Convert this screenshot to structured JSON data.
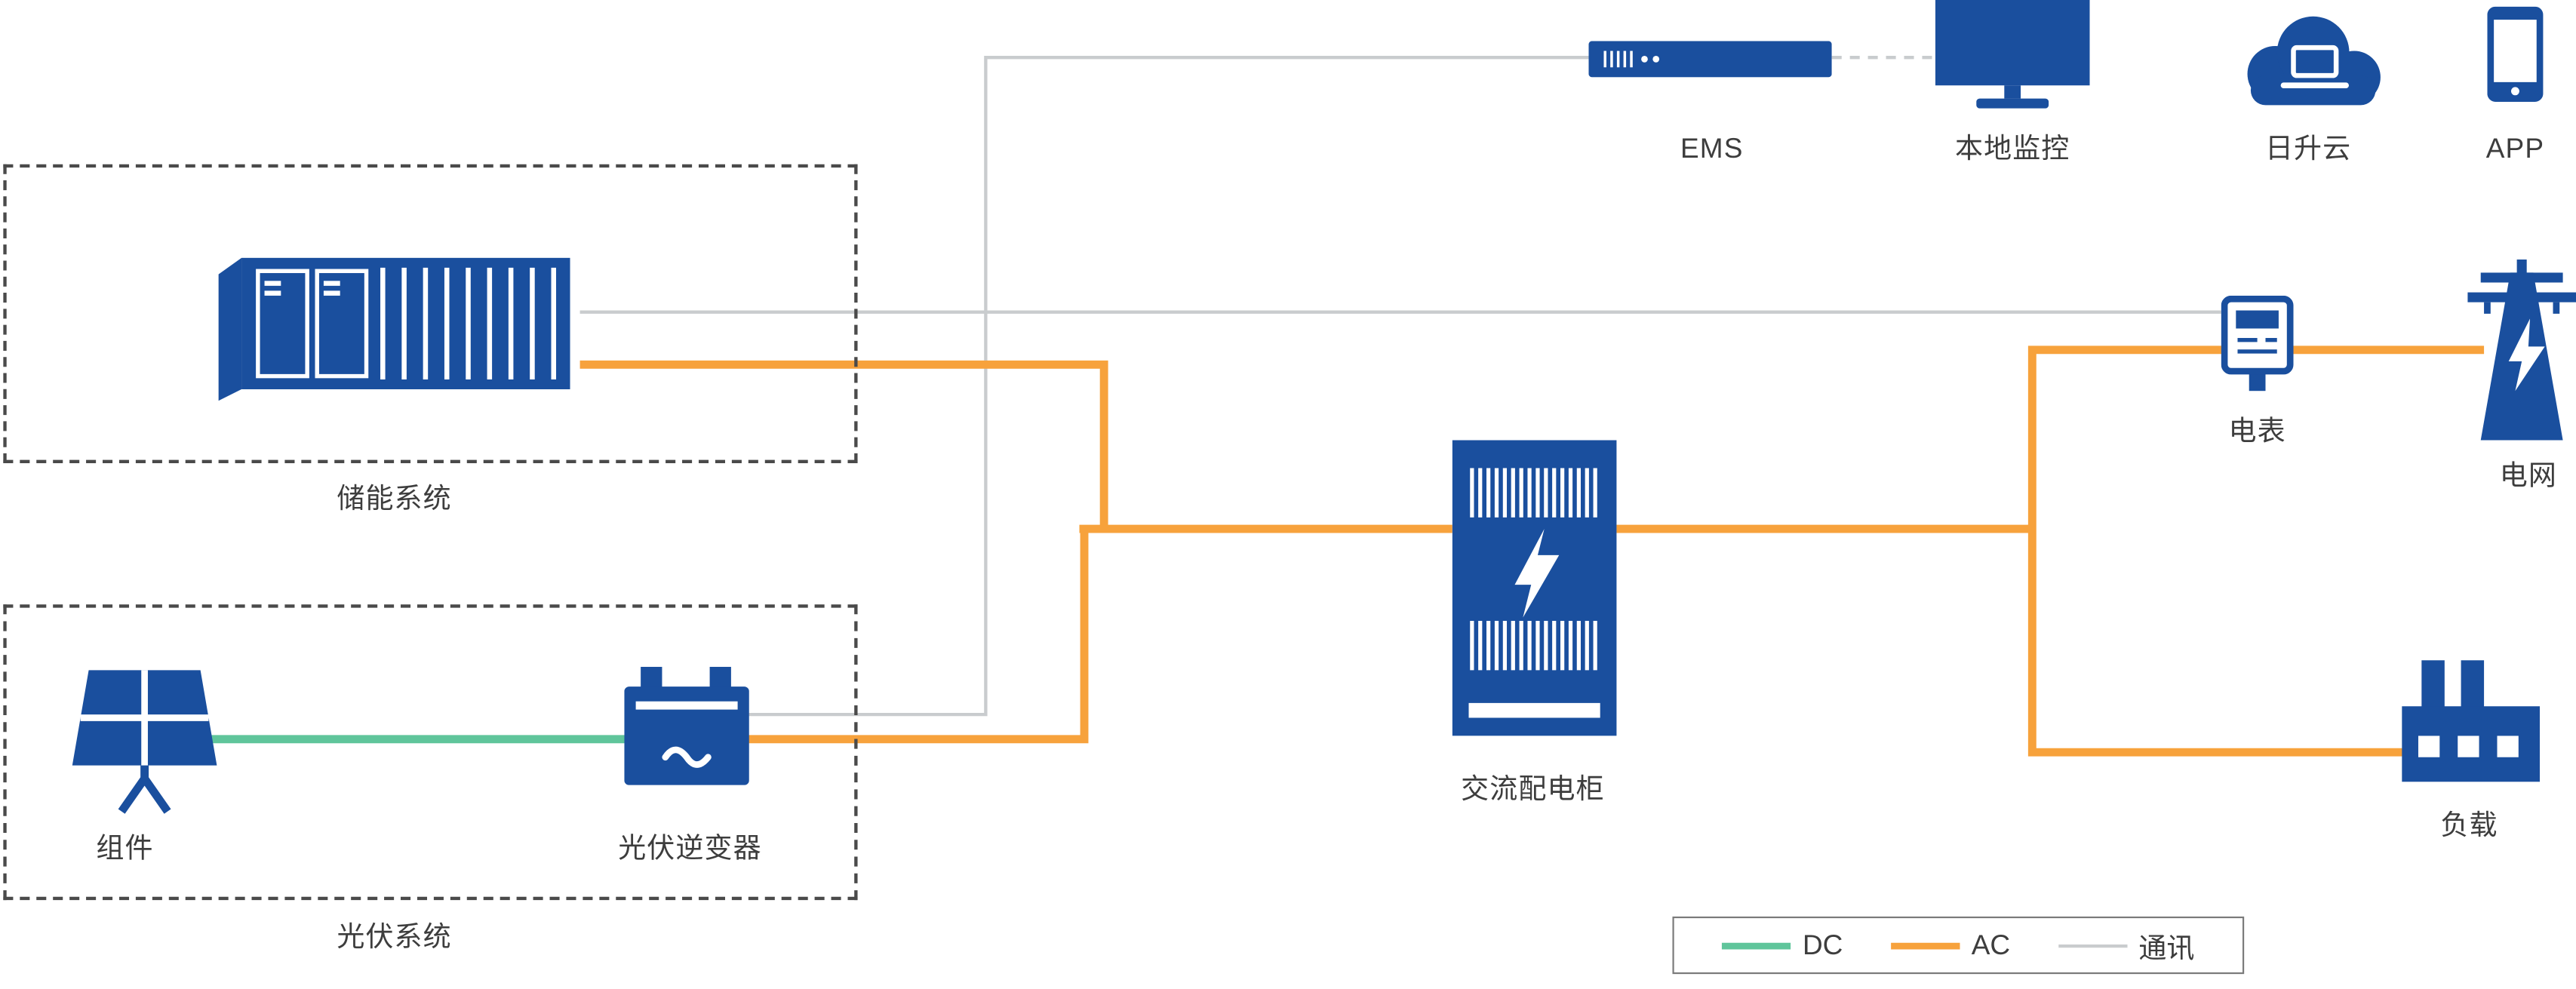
{
  "colors": {
    "brand_blue": "#1A4F9E",
    "ac_orange": "#F7A23C",
    "dc_green": "#5FC59B",
    "comm_gray": "#C9CCCE",
    "text": "#3D3D3D"
  },
  "groups": {
    "storage": {
      "label": "储能系统"
    },
    "pv": {
      "label": "光伏系统"
    }
  },
  "nodes": {
    "module": {
      "label": "组件"
    },
    "inverter": {
      "label": "光伏逆变器"
    },
    "cabinet": {
      "label": "交流配电柜"
    },
    "ems": {
      "label": "EMS"
    },
    "monitor": {
      "label": "本地监控"
    },
    "cloud": {
      "label": "日升云"
    },
    "app": {
      "label": "APP"
    },
    "meter": {
      "label": "电表"
    },
    "grid": {
      "label": "电网"
    },
    "load": {
      "label": "负载"
    }
  },
  "legend": {
    "dc": "DC",
    "ac": "AC",
    "comm": "通讯"
  },
  "edges": [
    {
      "from": "module",
      "to": "inverter",
      "type": "dc"
    },
    {
      "from": "storage",
      "to": "cabinet",
      "type": "ac"
    },
    {
      "from": "inverter",
      "to": "cabinet",
      "type": "ac"
    },
    {
      "from": "cabinet",
      "to": "meter",
      "type": "ac"
    },
    {
      "from": "meter",
      "to": "grid",
      "type": "ac"
    },
    {
      "from": "cabinet",
      "to": "load",
      "type": "ac"
    },
    {
      "from": "ems",
      "to": "inverter",
      "type": "comm"
    },
    {
      "from": "ems",
      "to": "storage",
      "type": "comm"
    },
    {
      "from": "ems",
      "to": "meter",
      "type": "comm"
    },
    {
      "from": "ems",
      "to": "monitor",
      "type": "comm"
    }
  ]
}
